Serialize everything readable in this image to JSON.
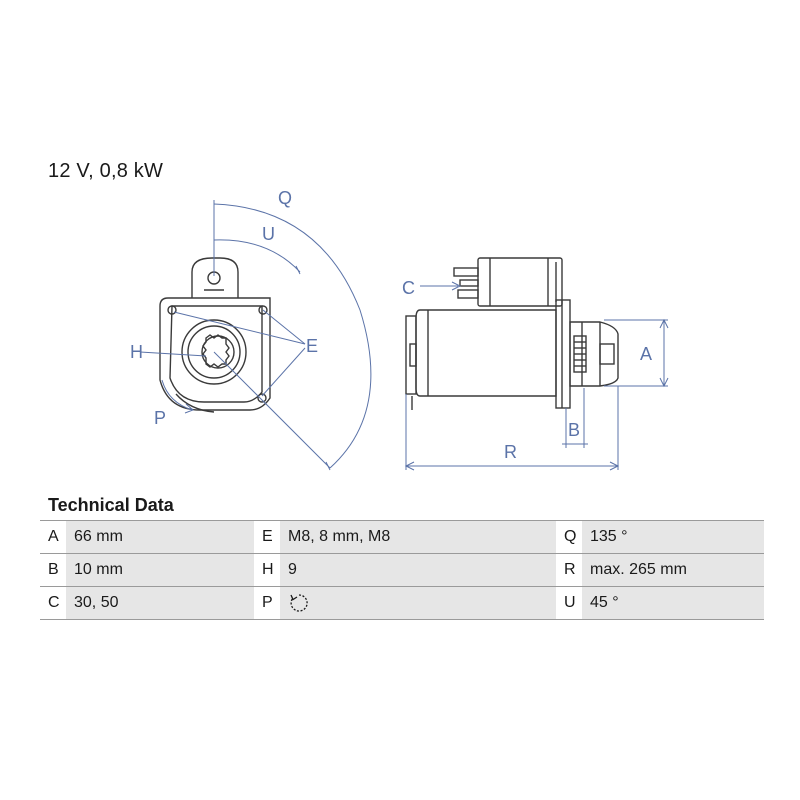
{
  "header": {
    "spec": "12 V, 0,8 kW"
  },
  "diagram": {
    "labels": {
      "A": "A",
      "B": "B",
      "C": "C",
      "E": "E",
      "H": "H",
      "P": "P",
      "Q": "Q",
      "R": "R",
      "U": "U"
    }
  },
  "technical": {
    "title": "Technical Data",
    "rows": [
      [
        {
          "key": "A",
          "value": "66 mm"
        },
        {
          "key": "E",
          "value": "M8, 8 mm, M8"
        },
        {
          "key": "Q",
          "value": "135 °"
        }
      ],
      [
        {
          "key": "B",
          "value": "10 mm"
        },
        {
          "key": "H",
          "value": "9"
        },
        {
          "key": "R",
          "value": "max. 265 mm"
        }
      ],
      [
        {
          "key": "C",
          "value": "30, 50"
        },
        {
          "key": "P",
          "value": ""
        },
        {
          "key": "U",
          "value": "45 °"
        }
      ]
    ],
    "rotation_icon": "clockwise-rotation-icon"
  },
  "colors": {
    "dimension": "#5b73a8",
    "outline": "#3a3a3a",
    "table_fill": "#e6e6e6"
  }
}
